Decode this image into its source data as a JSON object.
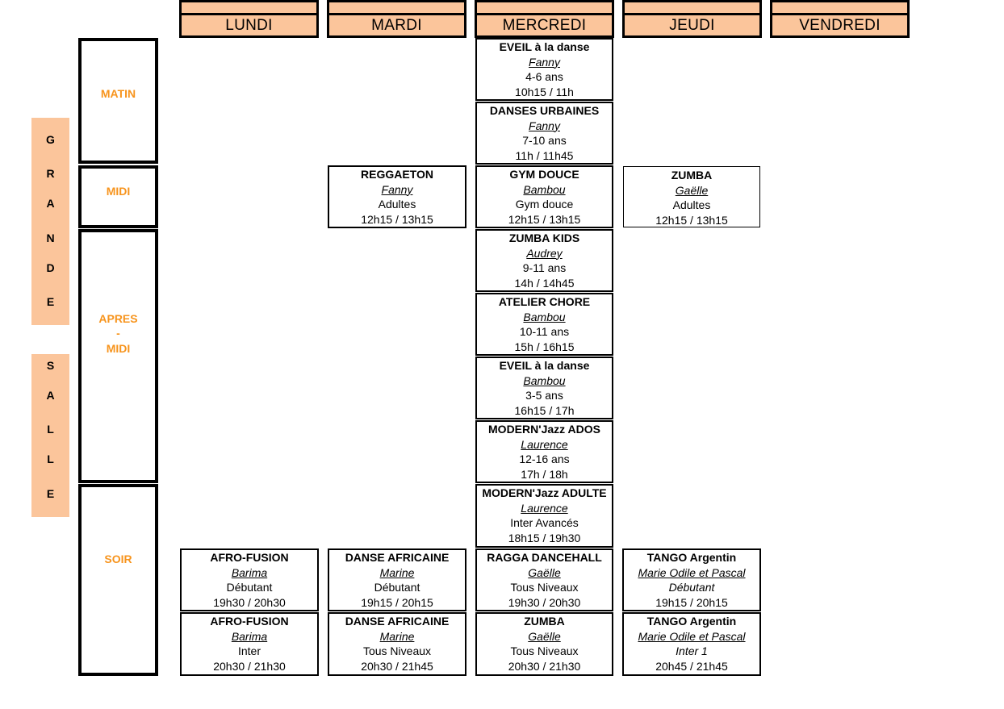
{
  "days": [
    "LUNDI",
    "MARDI",
    "MERCREDI",
    "JEUDI",
    "VENDREDI"
  ],
  "room": {
    "word1": [
      "G",
      "R",
      "A",
      "N",
      "D",
      "E"
    ],
    "word2": [
      "S",
      "A",
      "L",
      "L",
      "E"
    ]
  },
  "periods": {
    "matin": "MATIN",
    "midi": "MIDI",
    "apres": [
      "APRES",
      "-",
      "MIDI"
    ],
    "soir": "SOIR"
  },
  "classes": [
    {
      "title": "EVEIL à la danse",
      "teacher": "Fanny",
      "level": "4-6 ans",
      "time": "10h15 / 11h"
    },
    {
      "title": "DANSES URBAINES",
      "teacher": "Fanny",
      "level": "7-10 ans",
      "time": "11h / 11h45"
    },
    {
      "title": "REGGAETON",
      "teacher": "Fanny",
      "level": "Adultes",
      "time": "12h15 / 13h15"
    },
    {
      "title": "GYM DOUCE",
      "teacher": "Bambou",
      "level": "Gym douce",
      "time": "12h15 / 13h15"
    },
    {
      "title": "ZUMBA",
      "teacher": "Gaëlle",
      "level": "Adultes",
      "time": "12h15 / 13h15"
    },
    {
      "title": "ZUMBA KIDS",
      "teacher": "Audrey",
      "level": "9-11 ans",
      "time": "14h / 14h45"
    },
    {
      "title": "ATELIER CHORE",
      "teacher": "Bambou",
      "level": "10-11 ans",
      "time": "15h / 16h15"
    },
    {
      "title": "EVEIL à la danse",
      "teacher": "Bambou",
      "level": "3-5 ans",
      "time": "16h15 / 17h"
    },
    {
      "title": "MODERN'Jazz ADOS",
      "teacher": "Laurence",
      "level": "12-16 ans",
      "time": "17h / 18h"
    },
    {
      "title": "MODERN'Jazz ADULTE",
      "teacher": "Laurence",
      "level": "Inter Avancés",
      "time": "18h15 / 19h30"
    },
    {
      "title": "AFRO-FUSION",
      "teacher": "Barima",
      "level": "Débutant",
      "time": "19h30 / 20h30"
    },
    {
      "title": "DANSE AFRICAINE",
      "teacher": "Marine",
      "level": "Débutant",
      "time": "19h15 / 20h15"
    },
    {
      "title": "RAGGA DANCEHALL",
      "teacher": "Gaëlle",
      "level": "Tous Niveaux",
      "time": "19h30 / 20h30"
    },
    {
      "title": "TANGO Argentin",
      "teacher": "Marie Odile et Pascal",
      "level": "Débutant",
      "time": "19h15 / 20h15"
    },
    {
      "title": "AFRO-FUSION",
      "teacher": "Barima",
      "level": "Inter",
      "time": "20h30 / 21h30"
    },
    {
      "title": "DANSE AFRICAINE",
      "teacher": "Marine",
      "level": "Tous Niveaux",
      "time": "20h30 / 21h45"
    },
    {
      "title": "ZUMBA",
      "teacher": "Gaëlle",
      "level": "Tous Niveaux",
      "time": "20h30 / 21h30"
    },
    {
      "title": "TANGO Argentin",
      "teacher": "Marie Odile et Pascal",
      "level": "Inter 1",
      "time": "20h45 / 21h45"
    }
  ],
  "colors": {
    "header_fill": "#fbc59b",
    "period_text": "#f7941d",
    "border": "#000000"
  }
}
